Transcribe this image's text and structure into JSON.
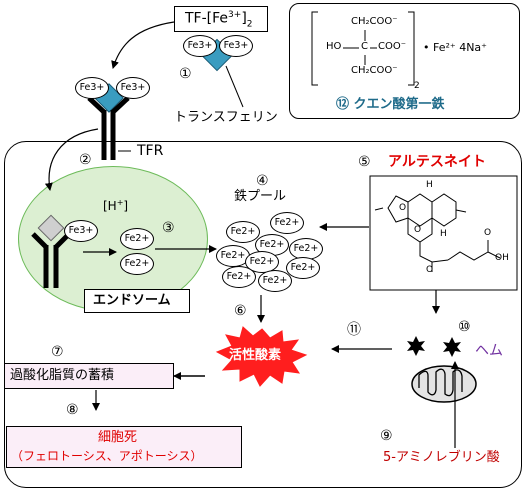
{
  "tf_complex": {
    "label": "TF-[Fe",
    "sup": "3+",
    "close": "]",
    "sub": "2"
  },
  "citrate": {
    "label": "⑫ クエン酸第一鉄",
    "struct": {
      "top": "CH₂COO⁻",
      "mid_left": "HO",
      "mid_c": "C",
      "mid_right": "COO⁻",
      "bottom": "CH₂COO⁻",
      "sub2": "2",
      "salt": "• Fe²⁺ 4Na⁺"
    }
  },
  "fe3": "Fe3+",
  "fe2": "Fe2+",
  "steps": {
    "s1": "①",
    "s2": "②",
    "s3": "③",
    "s4": "④",
    "s5": "⑤",
    "s6": "⑥",
    "s7": "⑦",
    "s8": "⑧",
    "s9": "⑨",
    "s10": "⑩",
    "s11": "⑪"
  },
  "labels": {
    "transferrin": "トランスフェリン",
    "tfr": "TFR",
    "h_plus": "[H",
    "h_plus_sup": "+",
    "h_plus_close": "]",
    "endosome": "エンドソーム",
    "iron_pool": "鉄プール",
    "artesunate": "アルテスネイト",
    "ros": "活性酸素",
    "heme": "ヘム",
    "lipid_peroxide": "過酸化脂質の蓄積",
    "cell_death": "細胞死",
    "cell_death_sub": "（フェロトーシス、アポトーシス）",
    "ala": "5-アミノレブリン酸"
  },
  "structure_atoms": {
    "h": "H",
    "o": "O",
    "oh": "OH",
    "o_label": "O"
  },
  "colors": {
    "tf_blue": "#3a9cc0",
    "endosome_fill": "#dcefd2",
    "endosome_border": "#6dbb5a",
    "red_text": "#e00000",
    "heme_purple": "#7030a0",
    "citrate_teal": "#1f6b8a",
    "burst_red": "#ff1e1e",
    "box_fill": "#fbeef8",
    "ala_red": "#c00000"
  }
}
